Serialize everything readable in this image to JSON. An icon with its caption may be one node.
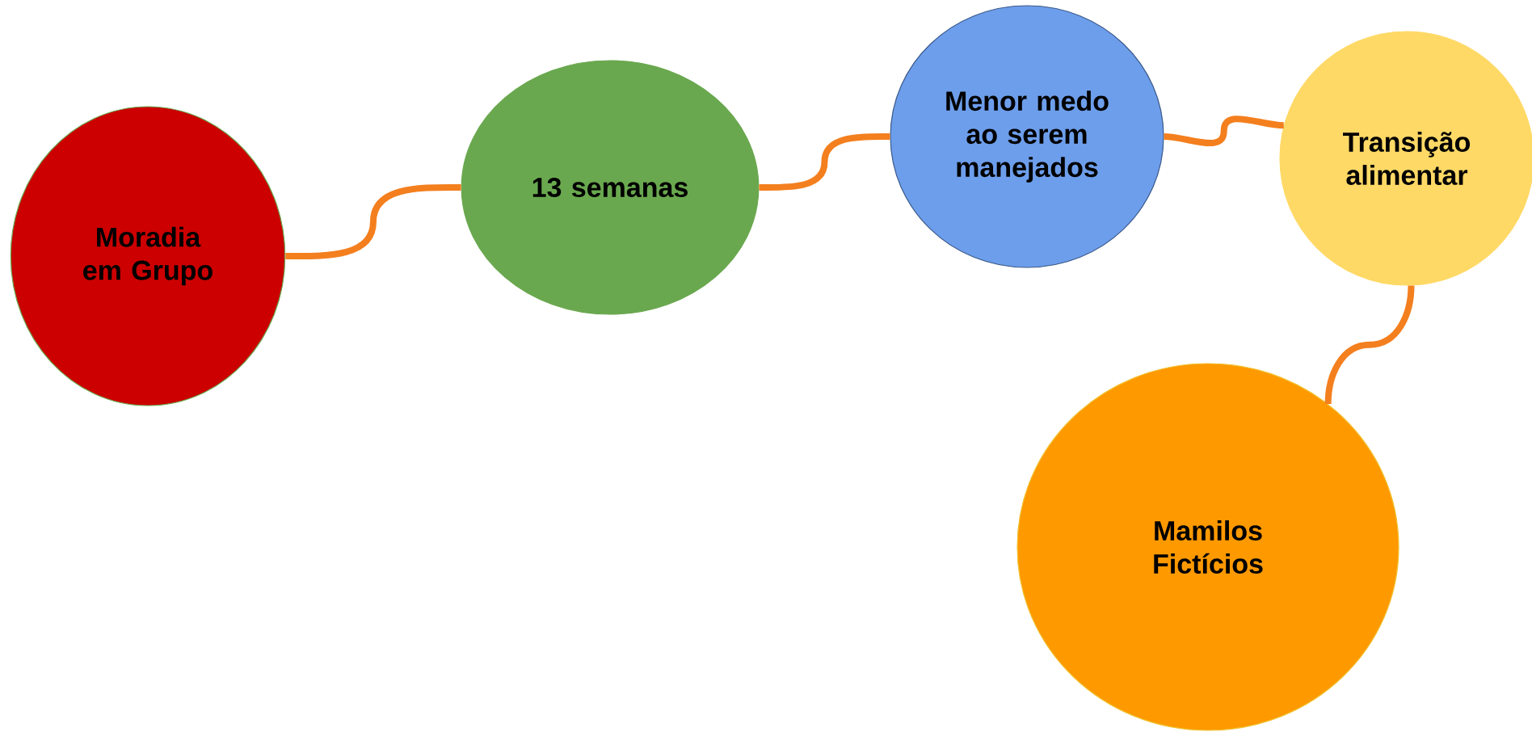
{
  "diagram": {
    "nodes": [
      {
        "text": [
          "Moradia em Grupo"
        ]
      },
      {
        "text": [
          "13 semanas"
        ]
      },
      {
        "text": [
          "Menor medo ao serem manejados"
        ]
      },
      {
        "text": [
          "Transição alimentar"
        ]
      },
      {
        "text": [
          "Mamilos Fictícios"
        ]
      }
    ],
    "edges": [
      {
        "from": 0,
        "to": 1,
        "arrow": "none"
      },
      {
        "from": 1,
        "to": 2,
        "arrow": "none"
      },
      {
        "from": 2,
        "to": 3,
        "arrow": "none"
      },
      {
        "from": 3,
        "to": 4,
        "arrow": "none"
      }
    ]
  }
}
